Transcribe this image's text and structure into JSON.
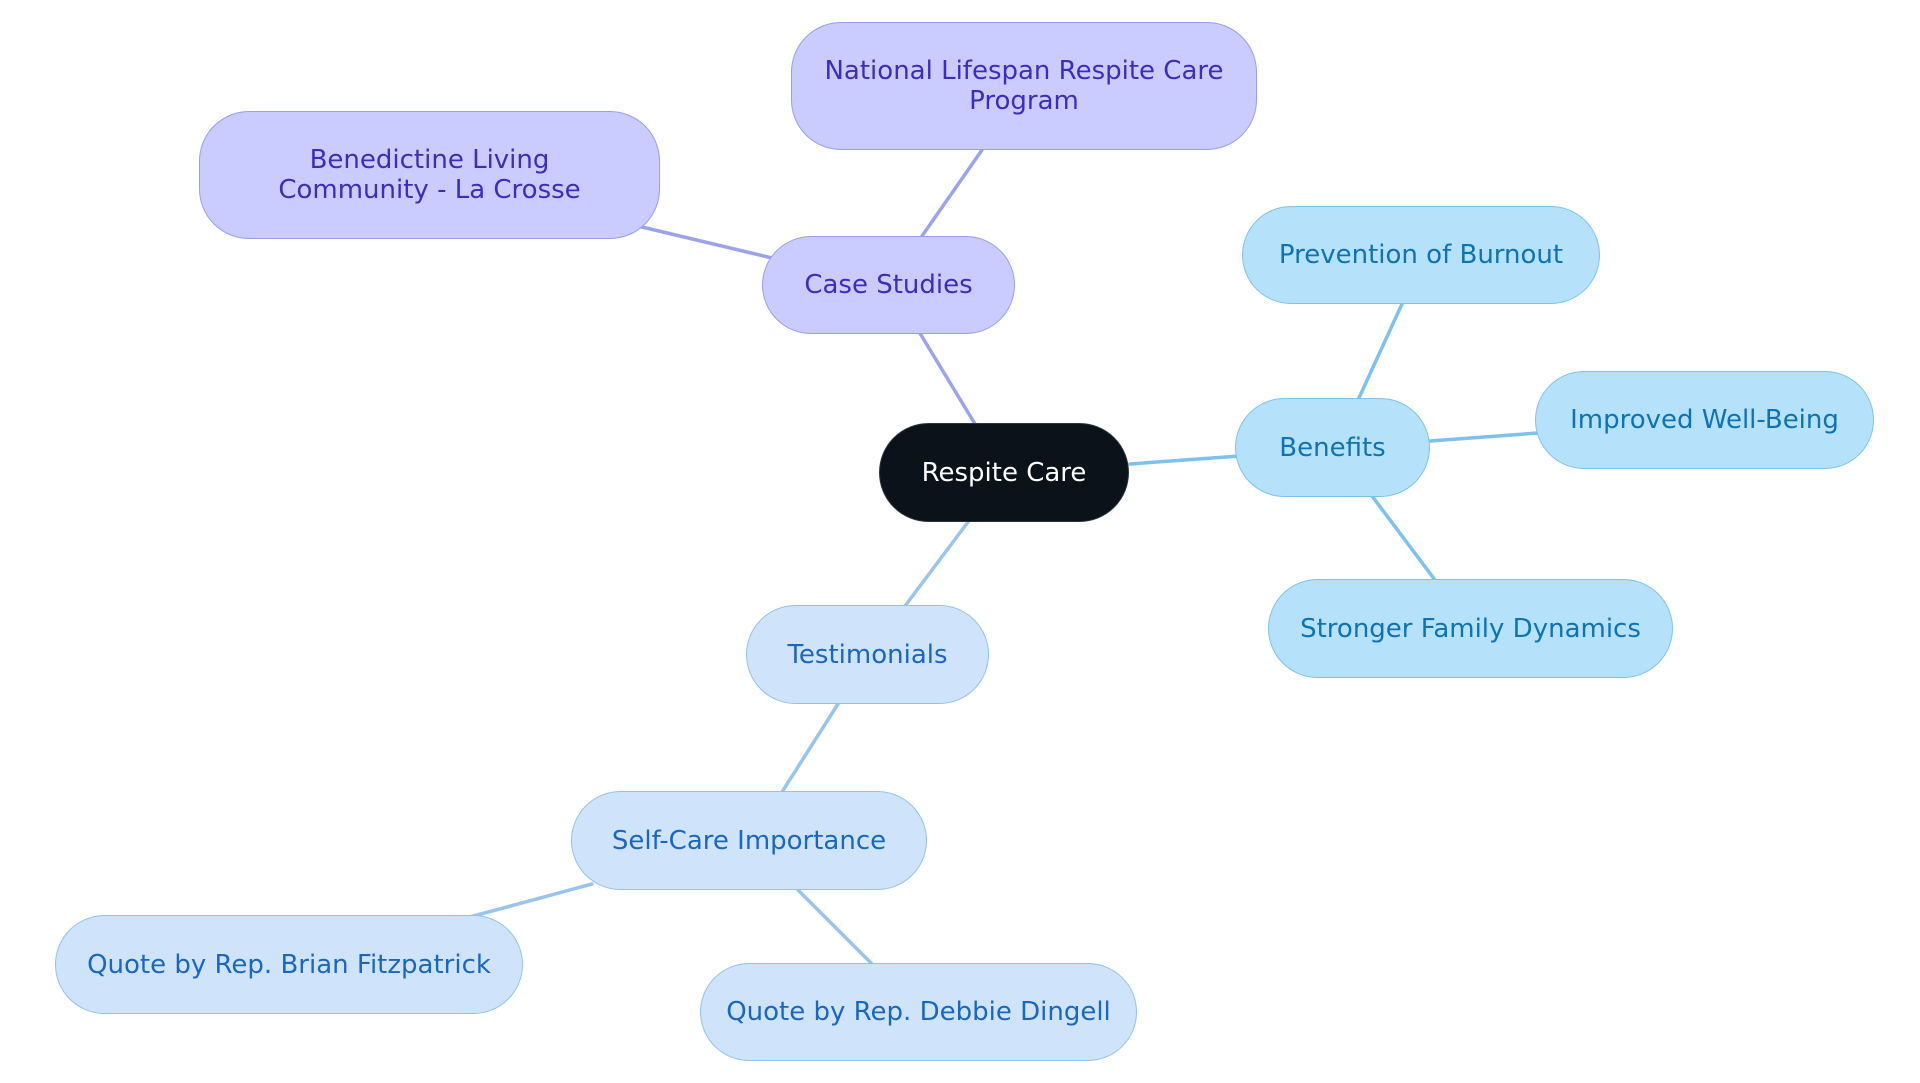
{
  "mindmap": {
    "root": {
      "label": "Respite Care"
    },
    "branches": {
      "case_studies": {
        "label": "Case Studies",
        "children": [
          {
            "label": "National Lifespan Respite Care Program"
          },
          {
            "label": "Benedictine Living Community - La Crosse"
          }
        ]
      },
      "benefits": {
        "label": "Benefits",
        "children": [
          {
            "label": "Prevention of Burnout"
          },
          {
            "label": "Improved Well-Being"
          },
          {
            "label": "Stronger Family Dynamics"
          }
        ]
      },
      "testimonials": {
        "label": "Testimonials",
        "children": [
          {
            "label": "Self-Care Importance",
            "children": [
              {
                "label": "Quote by Rep. Brian Fitzpatrick"
              },
              {
                "label": "Quote by Rep. Debbie Dingell"
              }
            ]
          }
        ]
      }
    },
    "colors": {
      "root_fill": "#0b121a",
      "case_studies_fill": "#cacbfe",
      "case_studies_text": "#3a2fbd",
      "benefits_fill": "#b5e1fb",
      "benefits_text": "#0f73b3",
      "testimonials_fill": "#cfe4fb",
      "testimonials_text": "#1a67c2"
    }
  }
}
